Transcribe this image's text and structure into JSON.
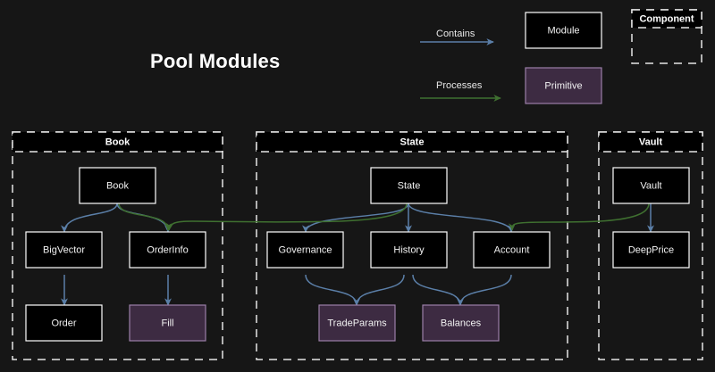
{
  "page": {
    "title": "Pool Modules",
    "background_color": "#161616"
  },
  "colors": {
    "contains_edge": "#5b7fa8",
    "processes_edge": "#3f7030",
    "module_fill": "#000000",
    "module_stroke": "#ffffff",
    "primitive_fill": "#3d2b42",
    "primitive_stroke": "#9b7fa8",
    "component_stroke": "#e6e6e6",
    "text": "#f2f2f2"
  },
  "legend": {
    "contains_label": "Contains",
    "processes_label": "Processes",
    "module_label": "Module",
    "primitive_label": "Primitive",
    "component_label": "Component"
  },
  "sections": [
    {
      "id": "book",
      "label": "Book"
    },
    {
      "id": "state",
      "label": "State"
    },
    {
      "id": "vault",
      "label": "Vault"
    }
  ],
  "nodes": {
    "book": {
      "label": "Book",
      "type": "module",
      "section": "book"
    },
    "bigvector": {
      "label": "BigVector",
      "type": "module",
      "section": "book"
    },
    "orderinfo": {
      "label": "OrderInfo",
      "type": "module",
      "section": "book"
    },
    "order": {
      "label": "Order",
      "type": "module",
      "section": "book"
    },
    "fill": {
      "label": "Fill",
      "type": "primitive",
      "section": "book"
    },
    "state": {
      "label": "State",
      "type": "module",
      "section": "state"
    },
    "governance": {
      "label": "Governance",
      "type": "module",
      "section": "state"
    },
    "history": {
      "label": "History",
      "type": "module",
      "section": "state"
    },
    "account": {
      "label": "Account",
      "type": "module",
      "section": "state"
    },
    "tradeparams": {
      "label": "TradeParams",
      "type": "primitive",
      "section": "state"
    },
    "balances": {
      "label": "Balances",
      "type": "primitive",
      "section": "state"
    },
    "vault": {
      "label": "Vault",
      "type": "module",
      "section": "vault"
    },
    "deepprice": {
      "label": "DeepPrice",
      "type": "module",
      "section": "vault"
    }
  },
  "edges": [
    {
      "from": "book",
      "to": "bigvector",
      "kind": "contains"
    },
    {
      "from": "book",
      "to": "orderinfo",
      "kind": "contains"
    },
    {
      "from": "bigvector",
      "to": "order",
      "kind": "contains"
    },
    {
      "from": "orderinfo",
      "to": "fill",
      "kind": "contains"
    },
    {
      "from": "state",
      "to": "governance",
      "kind": "contains"
    },
    {
      "from": "state",
      "to": "history",
      "kind": "contains"
    },
    {
      "from": "state",
      "to": "account",
      "kind": "contains"
    },
    {
      "from": "governance",
      "to": "tradeparams",
      "kind": "contains"
    },
    {
      "from": "history",
      "to": "tradeparams",
      "kind": "contains"
    },
    {
      "from": "history",
      "to": "balances",
      "kind": "contains"
    },
    {
      "from": "account",
      "to": "balances",
      "kind": "contains"
    },
    {
      "from": "vault",
      "to": "deepprice",
      "kind": "contains"
    },
    {
      "from": "state",
      "to": "orderinfo",
      "kind": "processes"
    },
    {
      "from": "book",
      "to": "orderinfo",
      "kind": "processes"
    },
    {
      "from": "vault",
      "to": "account",
      "kind": "processes"
    }
  ]
}
